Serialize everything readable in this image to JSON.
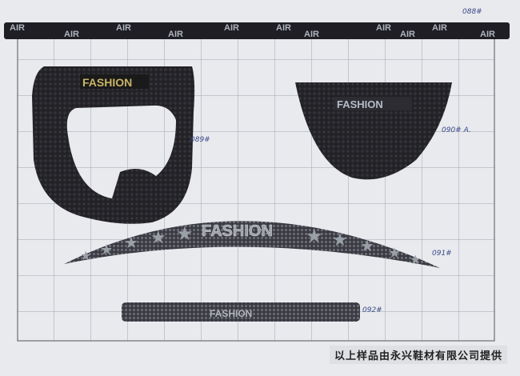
{
  "samples": [
    {
      "code": "088#",
      "text": "AIR"
    },
    {
      "code": "089#",
      "text": "FASHION"
    },
    {
      "code": "090# A.",
      "text": "FASHION"
    },
    {
      "code": "091#",
      "text": "FASHION"
    },
    {
      "code": "092#",
      "text": "FASHION"
    }
  ],
  "caption": "以上样品由永兴鞋材有限公司提供",
  "colors": {
    "paper": "#e9eaee",
    "grid": "#9fa3b0",
    "patch": "#1c1c20",
    "gold": "#c9b468",
    "silver": "#9aa0a8"
  }
}
